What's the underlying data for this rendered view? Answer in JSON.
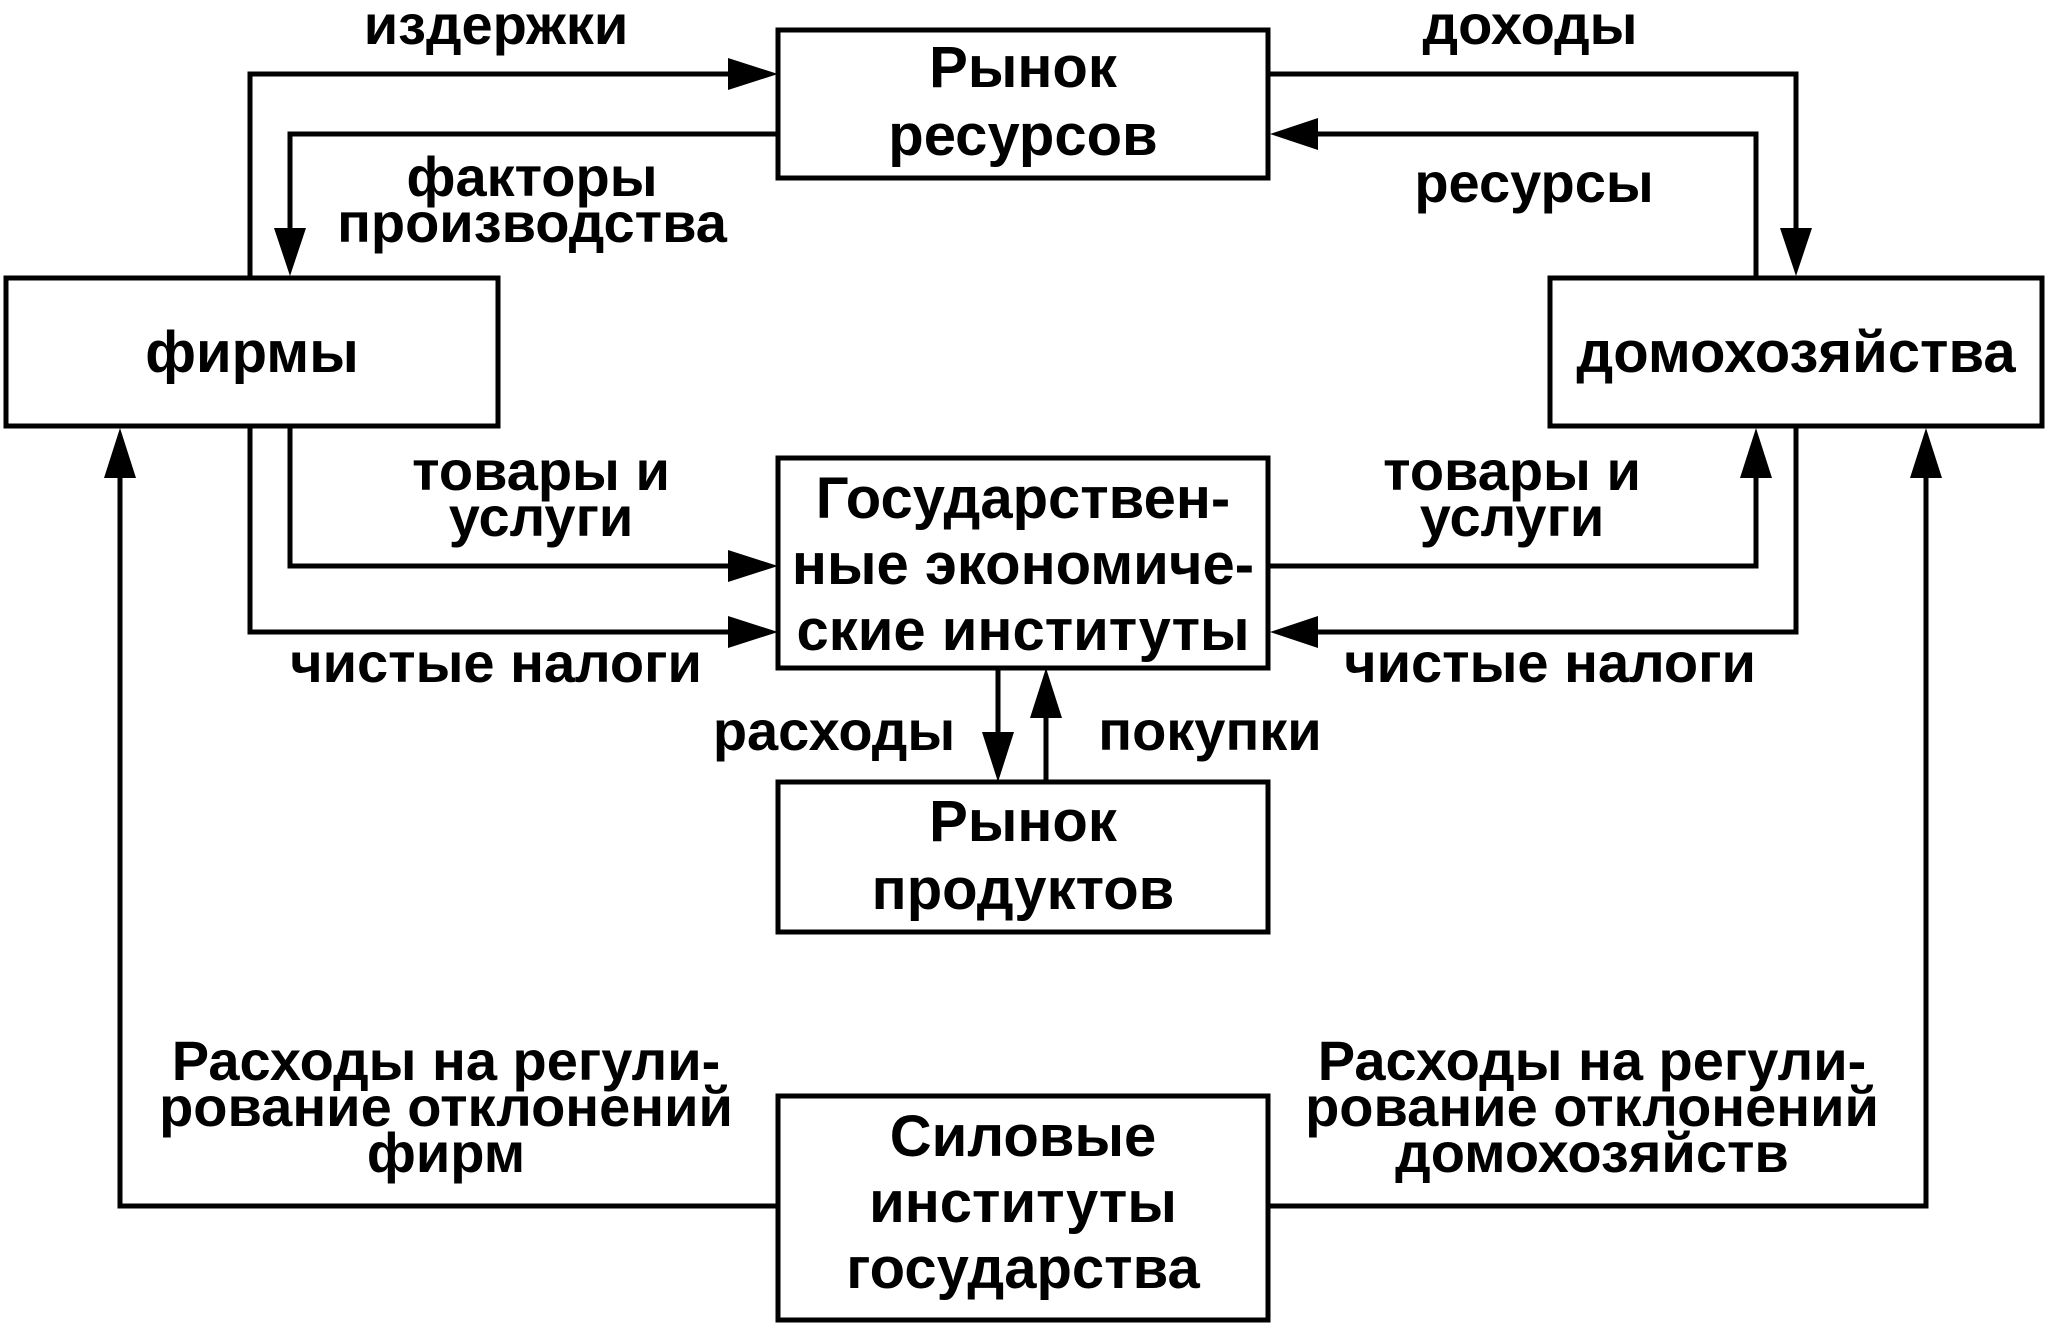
{
  "boxes": {
    "resource_market": {
      "line1": "Рынок",
      "line2": "ресурсов"
    },
    "firms": {
      "label": "фирмы"
    },
    "households": {
      "label": "домохозяйства"
    },
    "government_institutions": {
      "line1": "Государствен-",
      "line2": "ные экономиче-",
      "line3": "ские институты"
    },
    "product_market": {
      "line1": "Рынок",
      "line2": "продуктов"
    },
    "power_institutions": {
      "line1": "Силовые",
      "line2": "институты",
      "line3": "государства"
    }
  },
  "labels": {
    "costs": "издержки",
    "incomes": "доходы",
    "factors_line1": "факторы",
    "factors_line2": "производства",
    "resources": "ресурсы",
    "goods_left_line1": "товары и",
    "goods_left_line2": "услуги",
    "goods_right_line1": "товары и",
    "goods_right_line2": "услуги",
    "net_taxes_left": "чистые налоги",
    "net_taxes_right": "чистые налоги",
    "expenses": "расходы",
    "purchases": "покупки",
    "reg_firms_line1": "Расходы на регули-",
    "reg_firms_line2": "рование отклонений",
    "reg_firms_line3": "фирм",
    "reg_households_line1": "Расходы на регули-",
    "reg_households_line2": "рование отклонений",
    "reg_households_line3": "домохозяйств"
  }
}
